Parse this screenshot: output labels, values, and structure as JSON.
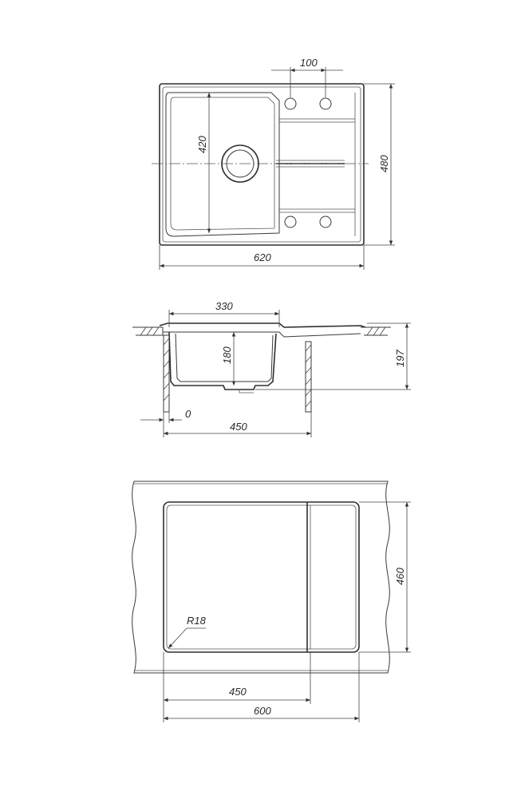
{
  "drawing": {
    "top_view": {
      "dim_width": "620",
      "dim_height": "480",
      "dim_bowl_height": "420",
      "dim_tap_spacing": "100"
    },
    "section_view": {
      "dim_bowl_width": "330",
      "dim_bowl_depth": "180",
      "dim_total_depth": "197",
      "dim_offset": "0",
      "dim_cabinet": "450"
    },
    "cutout_view": {
      "dim_radius": "R18",
      "dim_cutout_height": "460",
      "dim_bowl_cut_width": "450",
      "dim_cutout_width": "600"
    }
  }
}
